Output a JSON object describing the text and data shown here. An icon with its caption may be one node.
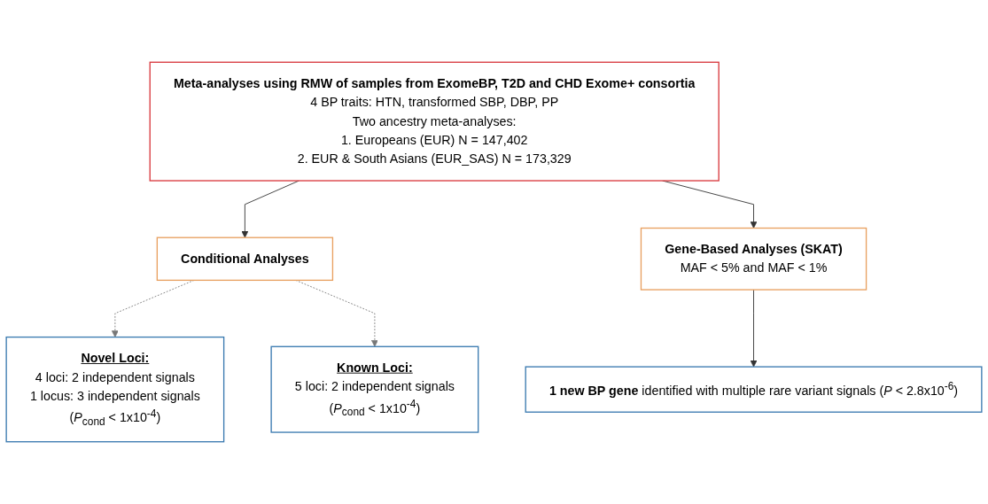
{
  "diagram": {
    "nodes": [
      {
        "text": [
          "Meta-analyses using RMW of samples from ExomeBP, T2D and CHD Exome+ consortia",
          "4 BP traits: HTN, transformed SBP, DBP, PP",
          "Two ancestry meta-analyses:",
          "1. Europeans (EUR)  N = 147,402",
          "2. EUR & South Asians (EUR_SAS)  N = 173,329"
        ]
      },
      {
        "text": [
          "Conditional Analyses"
        ]
      },
      {
        "text": [
          "Gene-Based Analyses (SKAT)",
          "MAF < 5% and MAF < 1%"
        ]
      },
      {
        "text": [
          "Novel Loci:",
          "4 loci: 2 independent signals",
          "1 locus: 3 independent signals",
          "(*P*$_{cond}$ < 1x10$^{-4}$)"
        ]
      },
      {
        "text": [
          "Known Loci:",
          "5 loci: 2 independent signals",
          "(*P*$_{cond}$ < 1x10$^{-4}$)"
        ]
      },
      {
        "text": [
          "**1 new BP gene** identified with multiple rare variant signals (*P* < 2.8x10$^{-6}$)"
        ]
      }
    ],
    "edges": [
      {
        "from": 0,
        "to": 1,
        "arrow": "to"
      },
      {
        "from": 0,
        "to": 2,
        "arrow": "to"
      },
      {
        "from": 1,
        "to": 3,
        "arrow": "to",
        "style": "dashed"
      },
      {
        "from": 1,
        "to": 4,
        "arrow": "to",
        "style": "dashed"
      },
      {
        "from": 2,
        "to": 5,
        "arrow": "to"
      }
    ]
  }
}
